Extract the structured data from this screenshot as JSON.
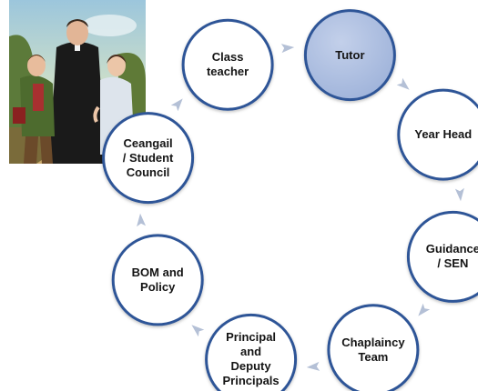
{
  "diagram": {
    "type": "cycle",
    "colors": {
      "node_fill": "#ffffff",
      "node_stroke": "#2f5597",
      "highlight_fill": "#c3d0ea",
      "highlight_fill_edge": "#9fb3da",
      "arrow": "#b4c0d6"
    },
    "nodes": [
      {
        "id": "class-teacher",
        "label": "Class\nteacher",
        "highlighted": false
      },
      {
        "id": "tutor",
        "label": "Tutor",
        "highlighted": true
      },
      {
        "id": "year-head",
        "label": "Year Head",
        "highlighted": false
      },
      {
        "id": "guidance-sen",
        "label": "Guidance\n/ SEN",
        "highlighted": false
      },
      {
        "id": "chaplaincy-team",
        "label": "Chaplaincy\nTeam",
        "highlighted": false
      },
      {
        "id": "principal-deputies",
        "label": "Principal\nand\nDeputy\nPrincipals",
        "highlighted": false
      },
      {
        "id": "bom-policy",
        "label": "BOM and\nPolicy",
        "highlighted": false
      },
      {
        "id": "ceangail-student-council",
        "label": "Ceangail\n/ Student\nCouncil",
        "highlighted": false
      }
    ],
    "flow_direction": "clockwise"
  },
  "image": {
    "subject": "painting-priest-with-two-boys"
  }
}
